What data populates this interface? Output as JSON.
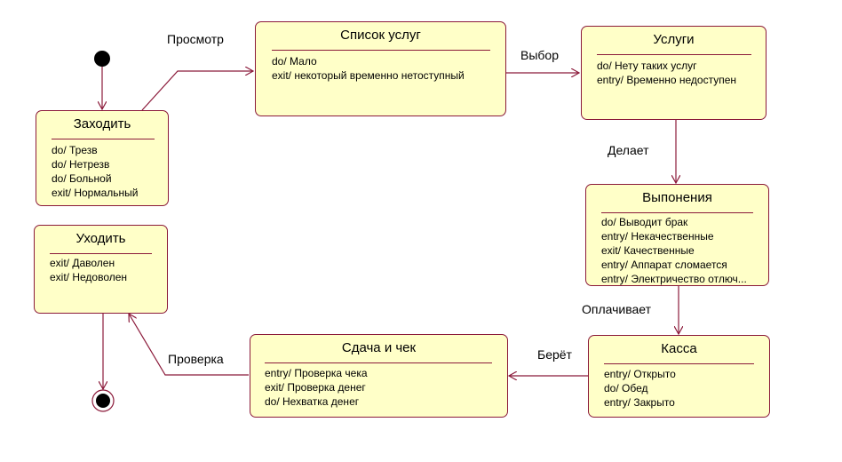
{
  "states": {
    "zahodit": {
      "title": "Заходить",
      "actions": [
        "do/ Трезв",
        "do/ Нетрезв",
        "do/ Больной",
        "exit/ Нормальный"
      ]
    },
    "spisok": {
      "title": "Список  услуг",
      "actions": [
        "do/ Мало",
        "exit/ некоторый временно нетоступный"
      ]
    },
    "uslugi": {
      "title": "Услуги",
      "actions": [
        "do/ Нету таких услуг",
        "entry/ Временно недоступен"
      ]
    },
    "vyponenia": {
      "title": "Выпонения",
      "actions": [
        "do/ Выводит брак",
        "entry/ Некачественные",
        "exit/ Качественные",
        "entry/ Аппарат сломается",
        "entry/ Электричество отлюч..."
      ]
    },
    "kassa": {
      "title": "Касса",
      "actions": [
        "entry/ Открыто",
        "do/ Обед",
        "entry/ Закрыто"
      ]
    },
    "sdacha": {
      "title": "Сдача и чек",
      "actions": [
        "entry/ Проверка чека",
        "exit/ Проверка денег",
        "do/ Нехватка денег"
      ]
    },
    "uhodit": {
      "title": "Уходить",
      "actions": [
        "exit/ Даволен",
        "exit/ Недоволен"
      ]
    }
  },
  "transitions": {
    "prosmotr": "Просмотр",
    "vybor": "Выбор",
    "delaet": "Делает",
    "oplachivaet": "Оплачивает",
    "beryot": "Берёт",
    "proverka": "Проверка"
  },
  "colors": {
    "state_fill": "#ffffc8",
    "state_border": "#8b1a3a",
    "connector": "#8b1a3a",
    "pseudostate": "#000000"
  }
}
